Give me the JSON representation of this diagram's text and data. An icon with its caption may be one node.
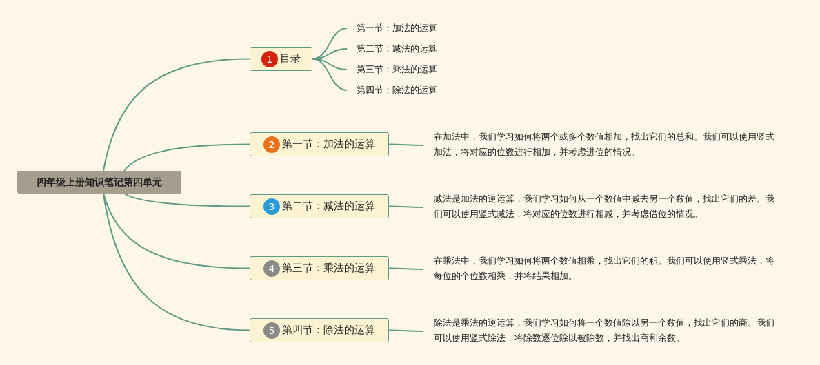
{
  "diagram": {
    "nodes": [
      {
        "text": [
          "四年级上册知识笔记第四单元"
        ]
      },
      {
        "text": [
          "1",
          "目录"
        ]
      },
      {
        "text": [
          "第一节：加法的运算"
        ]
      },
      {
        "text": [
          "第二节：减法的运算"
        ]
      },
      {
        "text": [
          "第三节：乘法的运算"
        ]
      },
      {
        "text": [
          "第四节：除法的运算"
        ]
      },
      {
        "text": [
          "2",
          "第一节：加法的运算"
        ]
      },
      {
        "text": [
          "在加法中，我们学习如何将两个或多个数值相加，找出它们的总和。我们可以使用竖式加法，将对应的位数进行相加，并考虑进位的情况。"
        ]
      },
      {
        "text": [
          "3",
          "第二节：减法的运算"
        ]
      },
      {
        "text": [
          "减法是加法的逆运算，我们学习如何从一个数值中减去另一个数值，找出它们的差。我们可以使用竖式减法，将对应的位数进行相减，并考虑借位的情况。"
        ]
      },
      {
        "text": [
          "4",
          "第三节：乘法的运算"
        ]
      },
      {
        "text": [
          "在乘法中，我们学习如何将两个数值相乘，找出它们的积。我们可以使用竖式乘法，将每位的个位数相乘，并将结果相加。"
        ]
      },
      {
        "text": [
          "5",
          "第四节：除法的运算"
        ]
      },
      {
        "text": [
          "除法是乘法的逆运算，我们学习如何将一个数值除以另一个数值，找出它们的商。我们可以使用竖式除法，将除数逐位除以被除数，并找出商和余数。"
        ]
      }
    ],
    "edges": [
      {
        "from": 0,
        "to": 1,
        "arrow": "none"
      },
      {
        "from": 1,
        "to": 2,
        "arrow": "none"
      },
      {
        "from": 1,
        "to": 3,
        "arrow": "none"
      },
      {
        "from": 1,
        "to": 4,
        "arrow": "none"
      },
      {
        "from": 1,
        "to": 5,
        "arrow": "none"
      },
      {
        "from": 0,
        "to": 6,
        "arrow": "none"
      },
      {
        "from": 6,
        "to": 7,
        "arrow": "none"
      },
      {
        "from": 0,
        "to": 8,
        "arrow": "none"
      },
      {
        "from": 8,
        "to": 9,
        "arrow": "none"
      },
      {
        "from": 0,
        "to": 10,
        "arrow": "none"
      },
      {
        "from": 10,
        "to": 11,
        "arrow": "none"
      },
      {
        "from": 0,
        "to": 12,
        "arrow": "none"
      },
      {
        "from": 12,
        "to": 13,
        "arrow": "none"
      }
    ]
  }
}
